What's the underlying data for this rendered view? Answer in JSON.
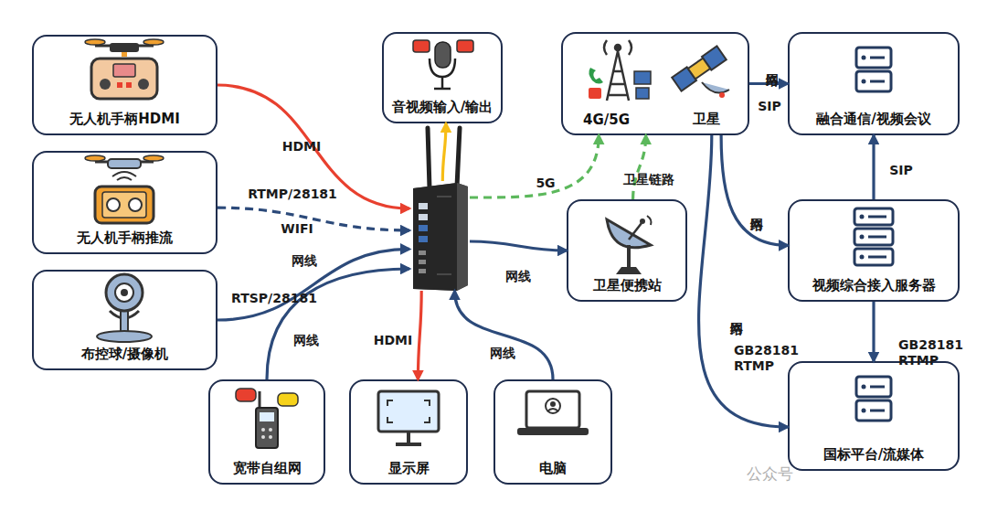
{
  "diagram": {
    "nodes": [
      {
        "text": [
          "无人机手柄HDMI"
        ]
      },
      {
        "text": [
          "无人机手柄推流"
        ]
      },
      {
        "text": [
          "布控球/摄像机"
        ]
      },
      {
        "text": [
          "音视频输入/输出"
        ]
      },
      {
        "text": [
          "4G/5G",
          "卫星"
        ]
      },
      {
        "text": [
          "融合通信/视频会议"
        ]
      },
      {
        "text": []
      },
      {
        "text": [
          "卫星便携站"
        ]
      },
      {
        "text": [
          "视频综合接入服务器"
        ]
      },
      {
        "text": [
          "宽带自组网"
        ]
      },
      {
        "text": [
          "显示屏"
        ]
      },
      {
        "text": [
          "电脑"
        ]
      },
      {
        "text": [
          "国标平台/流媒体"
        ]
      }
    ],
    "edges": [
      {
        "from": 0,
        "to": 6,
        "label": "HDMI",
        "arrow": "to"
      },
      {
        "from": 1,
        "to": 6,
        "label": "RTMP/28181",
        "arrow": "to"
      },
      {
        "from": 2,
        "to": 6,
        "label": "RTSP/28181",
        "arrow": "to"
      },
      {
        "from": 9,
        "to": 6,
        "label": "网线",
        "arrow": "to"
      },
      {
        "from": 6,
        "to": 10,
        "label": "HDMI",
        "arrow": "to"
      },
      {
        "from": 11,
        "to": 6,
        "label": "网线",
        "arrow": "to"
      },
      {
        "from": 6,
        "to": 3,
        "arrow": "to"
      },
      {
        "from": 6,
        "to": 4,
        "label": "5G",
        "arrow": "to"
      },
      {
        "from": 6,
        "to": 7,
        "label": "网线",
        "arrow": "to"
      },
      {
        "from": 7,
        "to": 4,
        "label": "卫星链路",
        "arrow": "to"
      },
      {
        "from": 4,
        "to": 5,
        "label": "网络",
        "arrow": "to"
      },
      {
        "from": 4,
        "to": 8,
        "label": "网络",
        "arrow": "to"
      },
      {
        "from": 4,
        "to": 12,
        "label": "网络",
        "arrow": "to"
      },
      {
        "from": 8,
        "to": 5,
        "label": "SIP",
        "arrow": "to"
      },
      {
        "from": 8,
        "to": 12,
        "label": "GB28181 RTMP",
        "arrow": "to"
      }
    ],
    "labels": [
      "WIFI",
      "网线",
      "SIP",
      "GB28181 RTMP",
      "公众号"
    ]
  }
}
